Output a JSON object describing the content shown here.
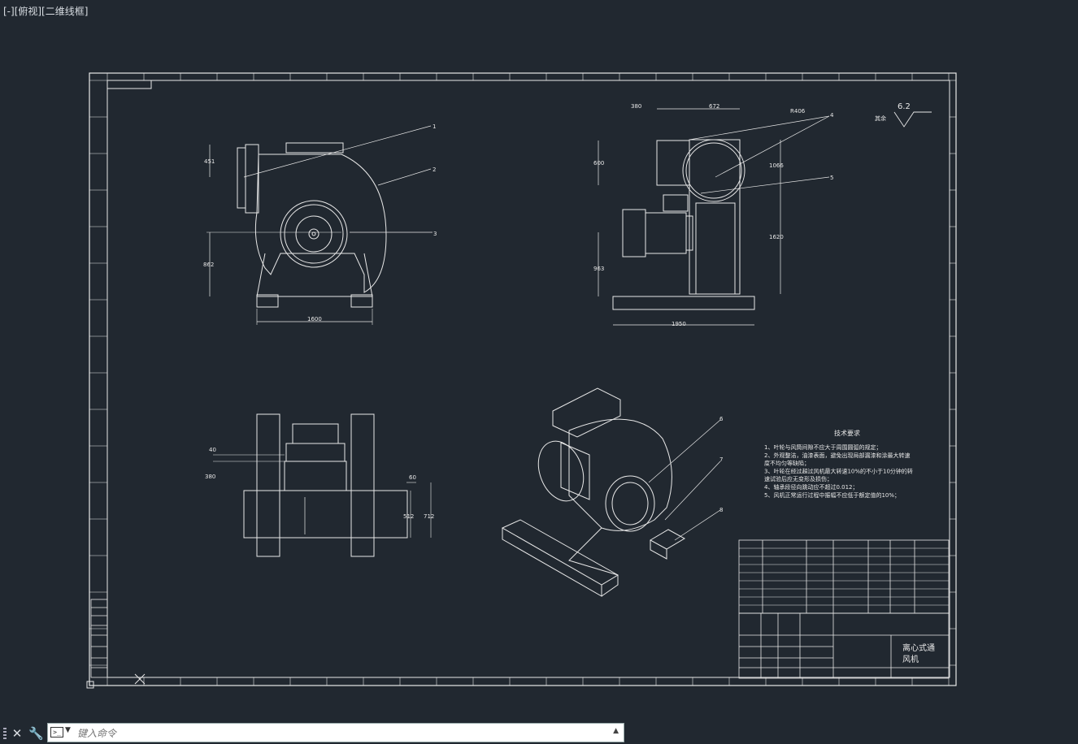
{
  "viewport": {
    "label": "[-][俯视][二维线框]"
  },
  "drawing": {
    "dims_front": {
      "d1": "451",
      "d2": "862",
      "d3": "1600"
    },
    "dims_side": {
      "d1": "380",
      "d2": "672",
      "d3": "R406",
      "d4": "600",
      "d5": "1066",
      "d6": "1620",
      "d7": "963",
      "d8": "1950"
    },
    "dims_top": {
      "d1": "40",
      "d2": "380",
      "d3": "60",
      "d4": "512",
      "d5": "712"
    },
    "balloons": [
      "1",
      "2",
      "3",
      "4",
      "5",
      "6",
      "7",
      "8"
    ],
    "roughness": {
      "value": "6.2",
      "label": "其余"
    },
    "tech_title": "技术要求",
    "tech_lines": [
      "1、叶轮与风筒间隙不应大于周围圆弧的规定；",
      "2、外观整洁，油漆表面，避免出现局部漏漆和涂最大转速",
      "度不均匀等缺陷；",
      "3、叶轮在经过超过风机最大转速10%的不小于10分钟的转",
      "速试验后应无变形及损伤；",
      "4、轴承段径向跳动应不超过0.012；",
      "5、风机正常运行过程中振幅不应低于额定值的10%；"
    ],
    "title_block": {
      "name_line1": "离心式通",
      "name_line2": "风机"
    }
  },
  "command": {
    "placeholder": "键入命令",
    "close_label": "✕",
    "settings_label": "🔧"
  }
}
